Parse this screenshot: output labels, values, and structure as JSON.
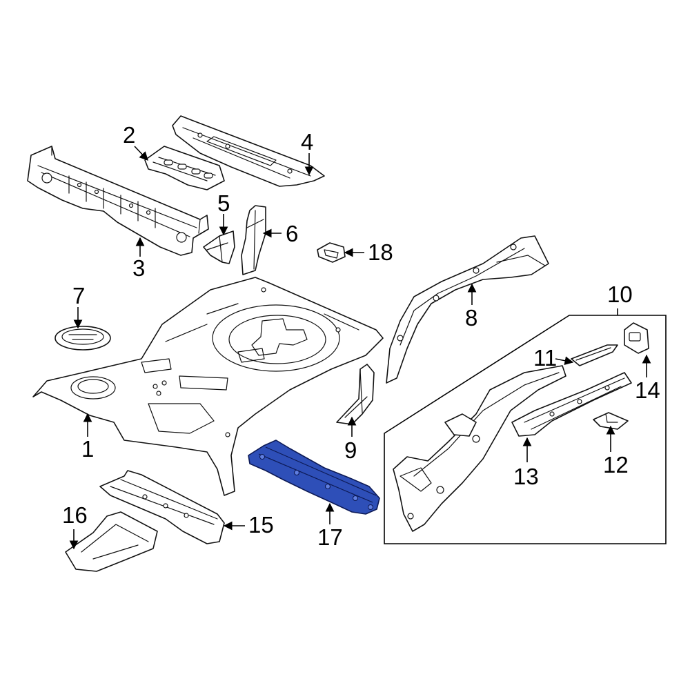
{
  "callouts": [
    {
      "id": "1",
      "label": "1"
    },
    {
      "id": "2",
      "label": "2"
    },
    {
      "id": "3",
      "label": "3"
    },
    {
      "id": "4",
      "label": "4"
    },
    {
      "id": "5",
      "label": "5"
    },
    {
      "id": "6",
      "label": "6"
    },
    {
      "id": "7",
      "label": "7"
    },
    {
      "id": "8",
      "label": "8"
    },
    {
      "id": "9",
      "label": "9"
    },
    {
      "id": "10",
      "label": "10"
    },
    {
      "id": "11",
      "label": "11"
    },
    {
      "id": "12",
      "label": "12"
    },
    {
      "id": "13",
      "label": "13"
    },
    {
      "id": "14",
      "label": "14"
    },
    {
      "id": "15",
      "label": "15"
    },
    {
      "id": "16",
      "label": "16"
    },
    {
      "id": "17",
      "label": "17"
    },
    {
      "id": "18",
      "label": "18"
    }
  ],
  "highlighted_part": "17",
  "colors": {
    "highlight": "#2e4fb8",
    "line": "#111111",
    "background": "#ffffff"
  }
}
